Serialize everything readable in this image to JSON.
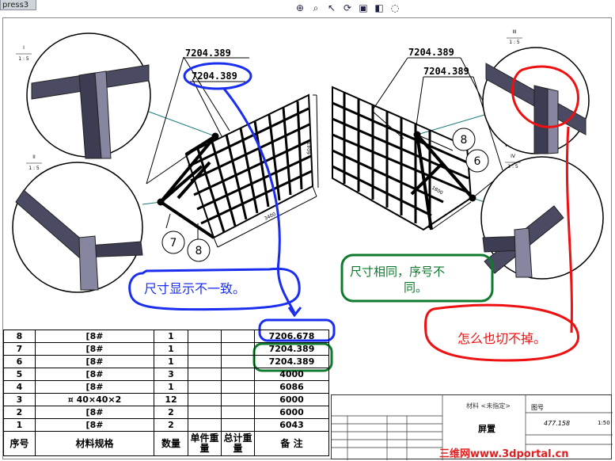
{
  "window": {
    "tab_label": "press3"
  },
  "toolbar": {
    "icons": [
      "zoom-to-fit-icon",
      "zoom-area-icon",
      "select-icon",
      "rotate-icon",
      "view-settings-icon",
      "display-style-icon",
      "hide-show-icon"
    ]
  },
  "dimensions": {
    "top_left_a": "7204.389",
    "top_left_b": "7204.389",
    "top_right_a": "7204.389",
    "top_right_b": "7204.389",
    "vertical_left": "6043",
    "horizontal_left": "3400",
    "vertical_right": "1800"
  },
  "details": {
    "d1_label": "I",
    "d1_scale": "1 : 5",
    "d2_label": "II",
    "d2_scale": "1 : 5",
    "d3_label": "III",
    "d3_scale": "1 : 5",
    "d4_label": "IV",
    "d4_scale": "1 : 5"
  },
  "balloons": {
    "b7": "7",
    "b8_left": "8",
    "b8_right": "8",
    "b6": "6"
  },
  "notes": {
    "blue": "尺寸显示不一致。",
    "green_line1": "尺寸相同，序号不",
    "green_line2": "同。",
    "red": "怎么也切不掉。"
  },
  "bom": {
    "rows": [
      {
        "no": "8",
        "spec": "[8#",
        "qty": "1",
        "note": "7206.678"
      },
      {
        "no": "7",
        "spec": "[8#",
        "qty": "1",
        "note": "7204.389"
      },
      {
        "no": "6",
        "spec": "[8#",
        "qty": "1",
        "note": "7204.389"
      },
      {
        "no": "5",
        "spec": "[8#",
        "qty": "3",
        "note": "4000"
      },
      {
        "no": "4",
        "spec": "[8#",
        "qty": "1",
        "note": "6086"
      },
      {
        "no": "3",
        "spec": "¤ 40×40×2",
        "qty": "12",
        "note": "6000"
      },
      {
        "no": "2",
        "spec": "[8#",
        "qty": "2",
        "note": "6000"
      },
      {
        "no": "1",
        "spec": "[8#",
        "qty": "2",
        "note": "6043"
      }
    ],
    "header": {
      "no": "序号",
      "spec": "材料规格",
      "qty": "数量",
      "unit_w": "单件重量",
      "total_w": "总计重量",
      "note": "备 注"
    }
  },
  "title_block": {
    "material": "材料 <未指定>",
    "part_name": "屏置",
    "drawing_no_label": "图号",
    "code": "477.158",
    "scale": "1:50"
  },
  "watermark": "三维网www.3dportal.cn",
  "colors": {
    "blue": "#1b2ef0",
    "green": "#0e7a2e",
    "red": "#ee1111",
    "teal": "#1f7c7c"
  }
}
